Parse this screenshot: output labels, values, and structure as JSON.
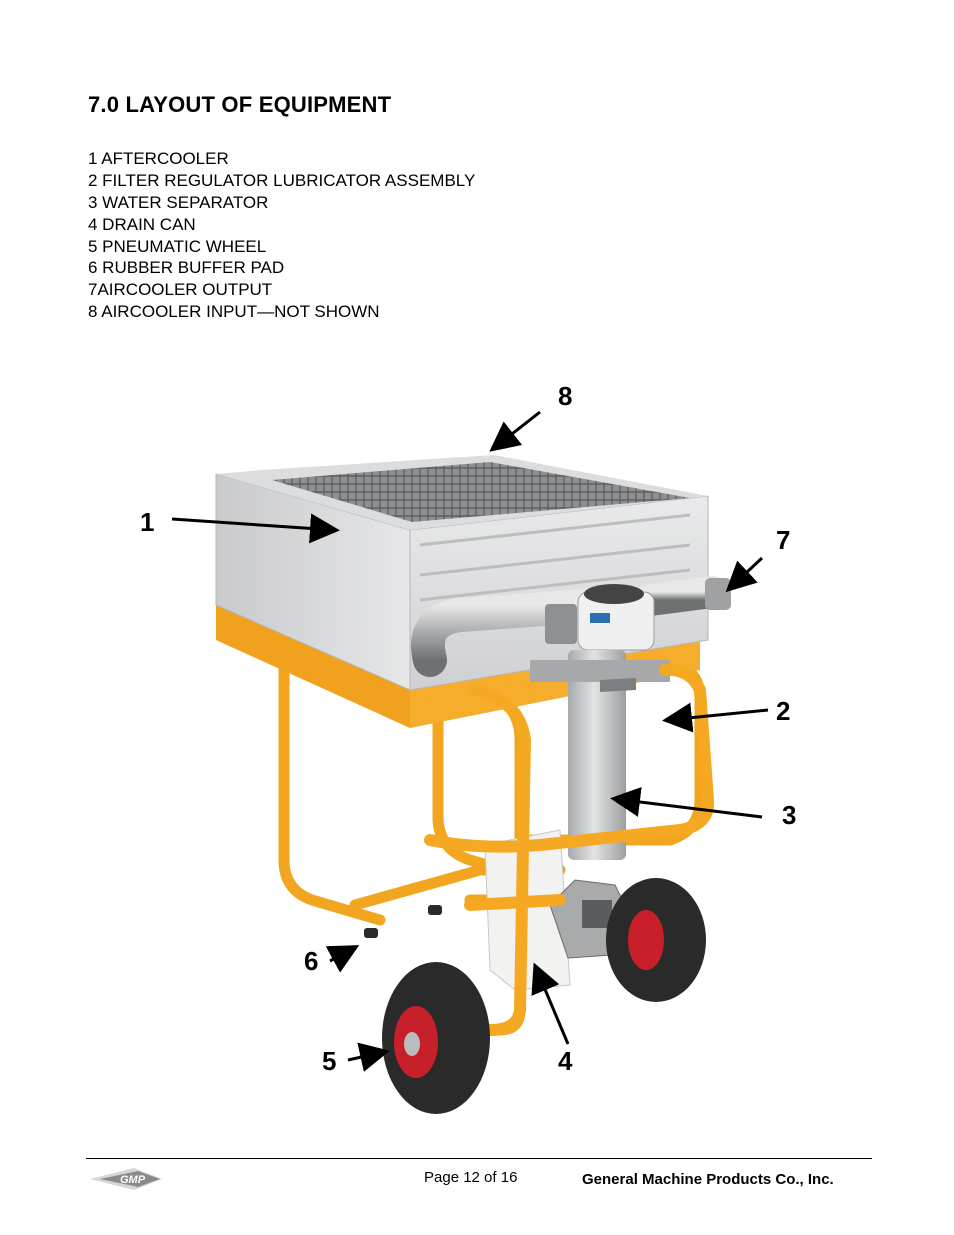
{
  "section": {
    "heading": "7.0 LAYOUT OF EQUIPMENT"
  },
  "legend": [
    "1 AFTERCOOLER",
    "2 FILTER REGULATOR LUBRICATOR ASSEMBLY",
    "3 WATER SEPARATOR",
    "4 DRAIN CAN",
    "5 PNEUMATIC WHEEL",
    "6 RUBBER BUFFER PAD",
    "7AIRCOOLER OUTPUT",
    "8 AIRCOOLER INPUT—NOT SHOWN"
  ],
  "callouts": [
    "8",
    "1",
    "7",
    "2",
    "3",
    "6",
    "5",
    "4"
  ],
  "footer": {
    "page": "Page 12 of 16",
    "company": "General Machine Products Co., Inc.",
    "logo_text": "GMP"
  },
  "colors": {
    "frame_orange": "#f2a51f",
    "cooler_gray": "#d9dadc",
    "wheel_red": "#c8202a",
    "tire_black": "#2a2a2a"
  }
}
